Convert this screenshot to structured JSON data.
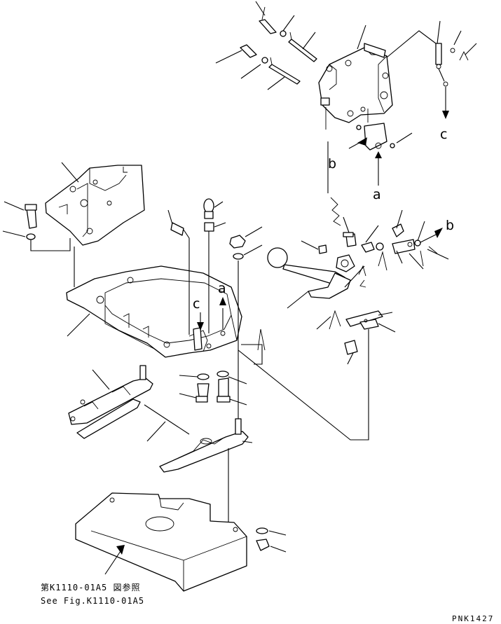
{
  "callouts": {
    "a_top": "a",
    "b_top": "b",
    "c_top": "c",
    "b_right": "b",
    "a_mid": "a",
    "c_mid": "c"
  },
  "reference_note": {
    "line1": "第K1110-01A5 図参照",
    "line2": "See Fig.K1110-01A5"
  },
  "drawing_code": "PNK1427"
}
